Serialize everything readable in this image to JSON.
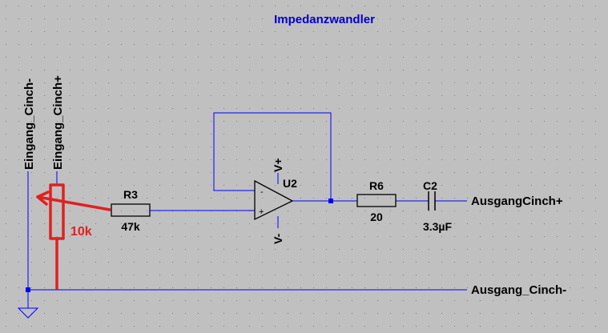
{
  "title": "Impedanzwandler",
  "colors": {
    "background": "#c0c0c0",
    "grid": "#808080",
    "wire": "#0000ff",
    "component": "#000000",
    "label": "#000000",
    "title": "#0000cc",
    "annotation": "#e02020"
  },
  "nets": {
    "input_minus": "Eingang_Cinch-",
    "input_plus": "Eingang_Cinch+",
    "output_plus": "AusgangCinch+",
    "output_minus": "Ausgang_Cinch-"
  },
  "components": {
    "r3": {
      "ref": "R3",
      "value": "47k"
    },
    "r6": {
      "ref": "R6",
      "value": "20"
    },
    "c2": {
      "ref": "C2",
      "value": "3.3µF"
    },
    "u2": {
      "ref": "U2",
      "supply_plus": "V+",
      "supply_minus": "V-",
      "in_plus_sign": "+",
      "in_minus_sign": "-"
    }
  },
  "annotation": {
    "pot_value": "10k"
  },
  "icons": {
    "ground": "ground-symbol-icon",
    "opamp": "opamp-triangle-icon",
    "resistor": "resistor-box-icon",
    "capacitor": "capacitor-plates-icon",
    "junction": "junction-dot-icon"
  }
}
